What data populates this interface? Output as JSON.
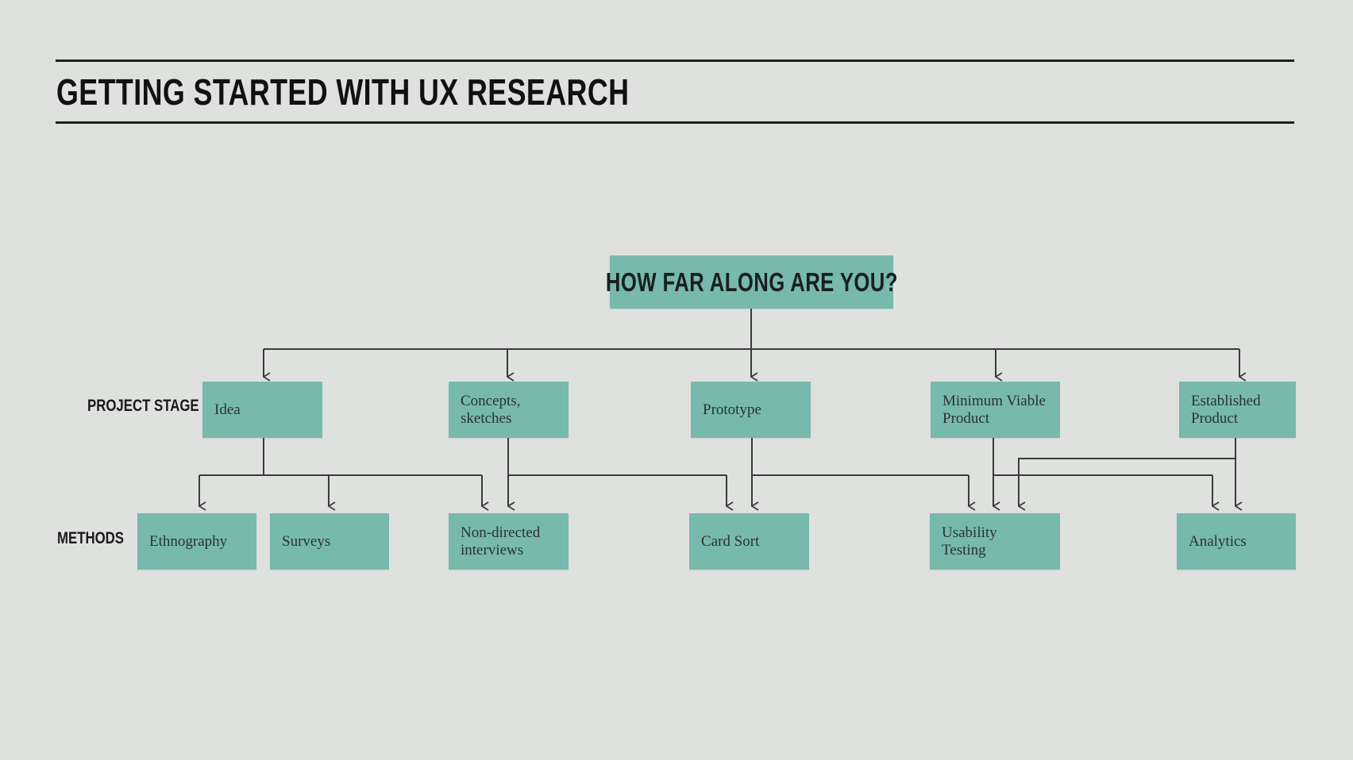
{
  "slide": {
    "title": "GETTING STARTED WITH UX RESEARCH"
  },
  "diagram": {
    "question": "HOW FAR ALONG ARE YOU?",
    "row_labels": {
      "stage": "PROJECT STAGE",
      "methods": "METHODS"
    },
    "stages": [
      {
        "label": "Idea"
      },
      {
        "label": "Concepts, sketches"
      },
      {
        "label": "Prototype"
      },
      {
        "label": "Minimum Viable Product"
      },
      {
        "label": "Established Product"
      }
    ],
    "methods": [
      {
        "label": "Ethnography"
      },
      {
        "label": "Surveys"
      },
      {
        "label": "Non-directed interviews"
      },
      {
        "label": "Card Sort"
      },
      {
        "label": "Usability Testing"
      },
      {
        "label": "Analytics"
      }
    ],
    "colors": {
      "box_fill": "#77b9ad",
      "line": "#3a3a3a",
      "background": "#dfe1df"
    }
  }
}
